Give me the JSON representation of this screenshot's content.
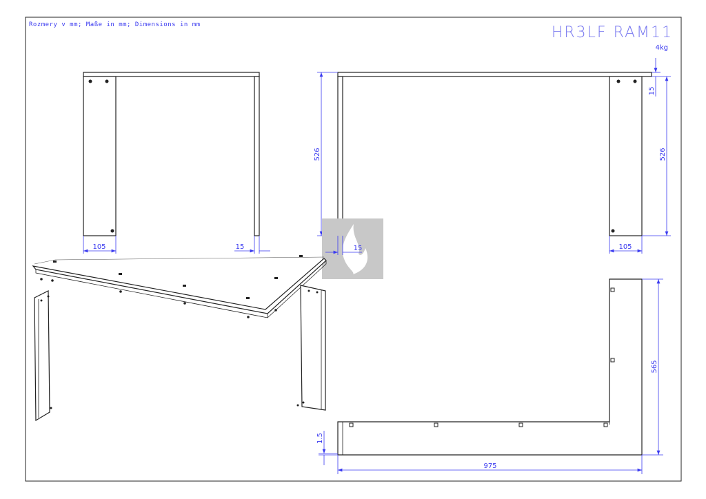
{
  "header": {
    "units_note": "Rozmery v mm; Maße in mm; Dimensions in mm",
    "title": "HR3LF RAM11",
    "weight": "4kg"
  },
  "dimensions": {
    "front_leg_width": "105",
    "front_leg_thickness": "15",
    "side_height_left": "526",
    "side_height_right": "526",
    "side_top_thickness": "15",
    "side_leg_width": "105",
    "side_leg_thickness": "15",
    "plan_depth": "565",
    "plan_width": "975",
    "plan_thickness": "1.5"
  },
  "colors": {
    "dimension": "#3a3af0",
    "line": "#222222",
    "watermark": "#c8c8c8"
  }
}
